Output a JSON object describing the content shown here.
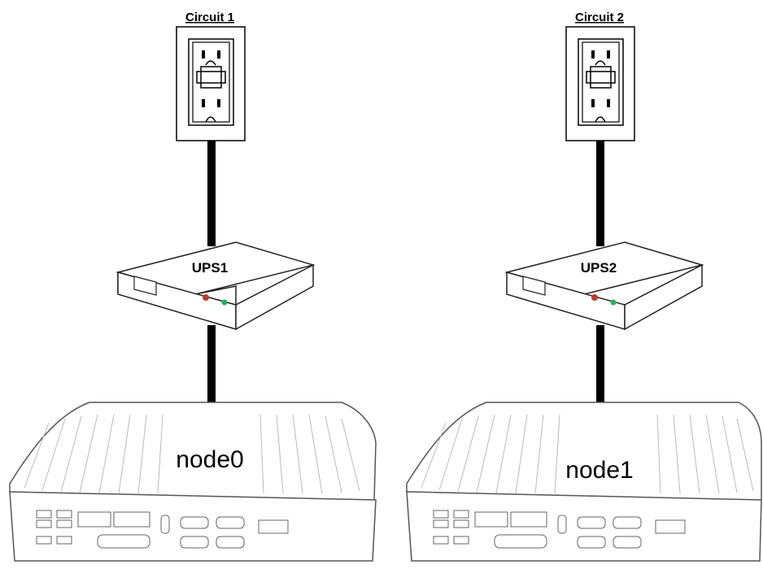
{
  "circuits": [
    {
      "label": "Circuit 1",
      "icon": "power-outlet-icon"
    },
    {
      "label": "Circuit 2",
      "icon": "power-outlet-icon"
    }
  ],
  "ups": [
    {
      "label": "UPS1",
      "led_colors": [
        "#c0392b",
        "#27ae60"
      ]
    },
    {
      "label": "UPS2",
      "led_colors": [
        "#c0392b",
        "#27ae60"
      ]
    }
  ],
  "nodes": [
    {
      "label": "node0"
    },
    {
      "label": "node1"
    }
  ],
  "colors": {
    "line": "#000000",
    "cable": "#000000",
    "fill": "#ffffff",
    "device_stroke": "#444444"
  }
}
